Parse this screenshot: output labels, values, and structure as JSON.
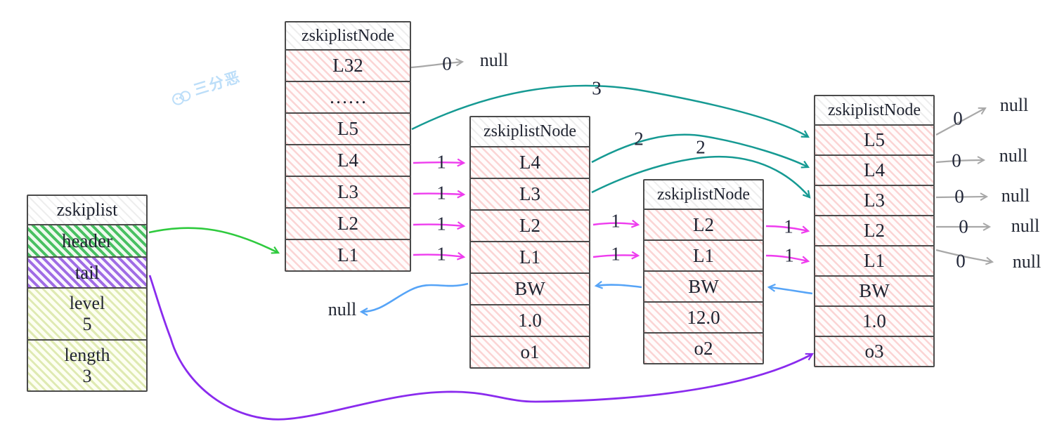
{
  "watermark": {
    "text": "三分恶"
  },
  "zskiplist": {
    "title": "zskiplist",
    "rows": [
      {
        "label": "header"
      },
      {
        "label": "tail"
      },
      {
        "label": "level",
        "value": "5"
      },
      {
        "label": "length",
        "value": "3"
      }
    ]
  },
  "header_node": {
    "title": "zskiplistNode",
    "levels": [
      "L32",
      "……",
      "L5",
      "L4",
      "L3",
      "L2",
      "L1"
    ]
  },
  "node1": {
    "title": "zskiplistNode",
    "levels": [
      "L4",
      "L3",
      "L2",
      "L1"
    ],
    "backward": "BW",
    "score": "1.0",
    "obj": "o1"
  },
  "node2": {
    "title": "zskiplistNode",
    "levels": [
      "L2",
      "L1"
    ],
    "backward": "BW",
    "score": "12.0",
    "obj": "o2"
  },
  "node3": {
    "title": "zskiplistNode",
    "levels": [
      "L5",
      "L4",
      "L3",
      "L2",
      "L1"
    ],
    "backward": "BW",
    "score": "1.0",
    "obj": "o3"
  },
  "labels": {
    "null": "null",
    "zero": "0",
    "one": "1",
    "two": "2",
    "three": "3"
  },
  "colors": {
    "gray": "#a8a8a8",
    "teal": "#169a93",
    "magenta": "#ee3cee",
    "blue": "#56a4f7",
    "green": "#2fca3e",
    "purple": "#8a2bee",
    "pink_fill": "#f9e8e8",
    "green_fill": "#3cb54a",
    "purple_fill": "#8a4fd8",
    "lime_fill": "#e4edba"
  }
}
